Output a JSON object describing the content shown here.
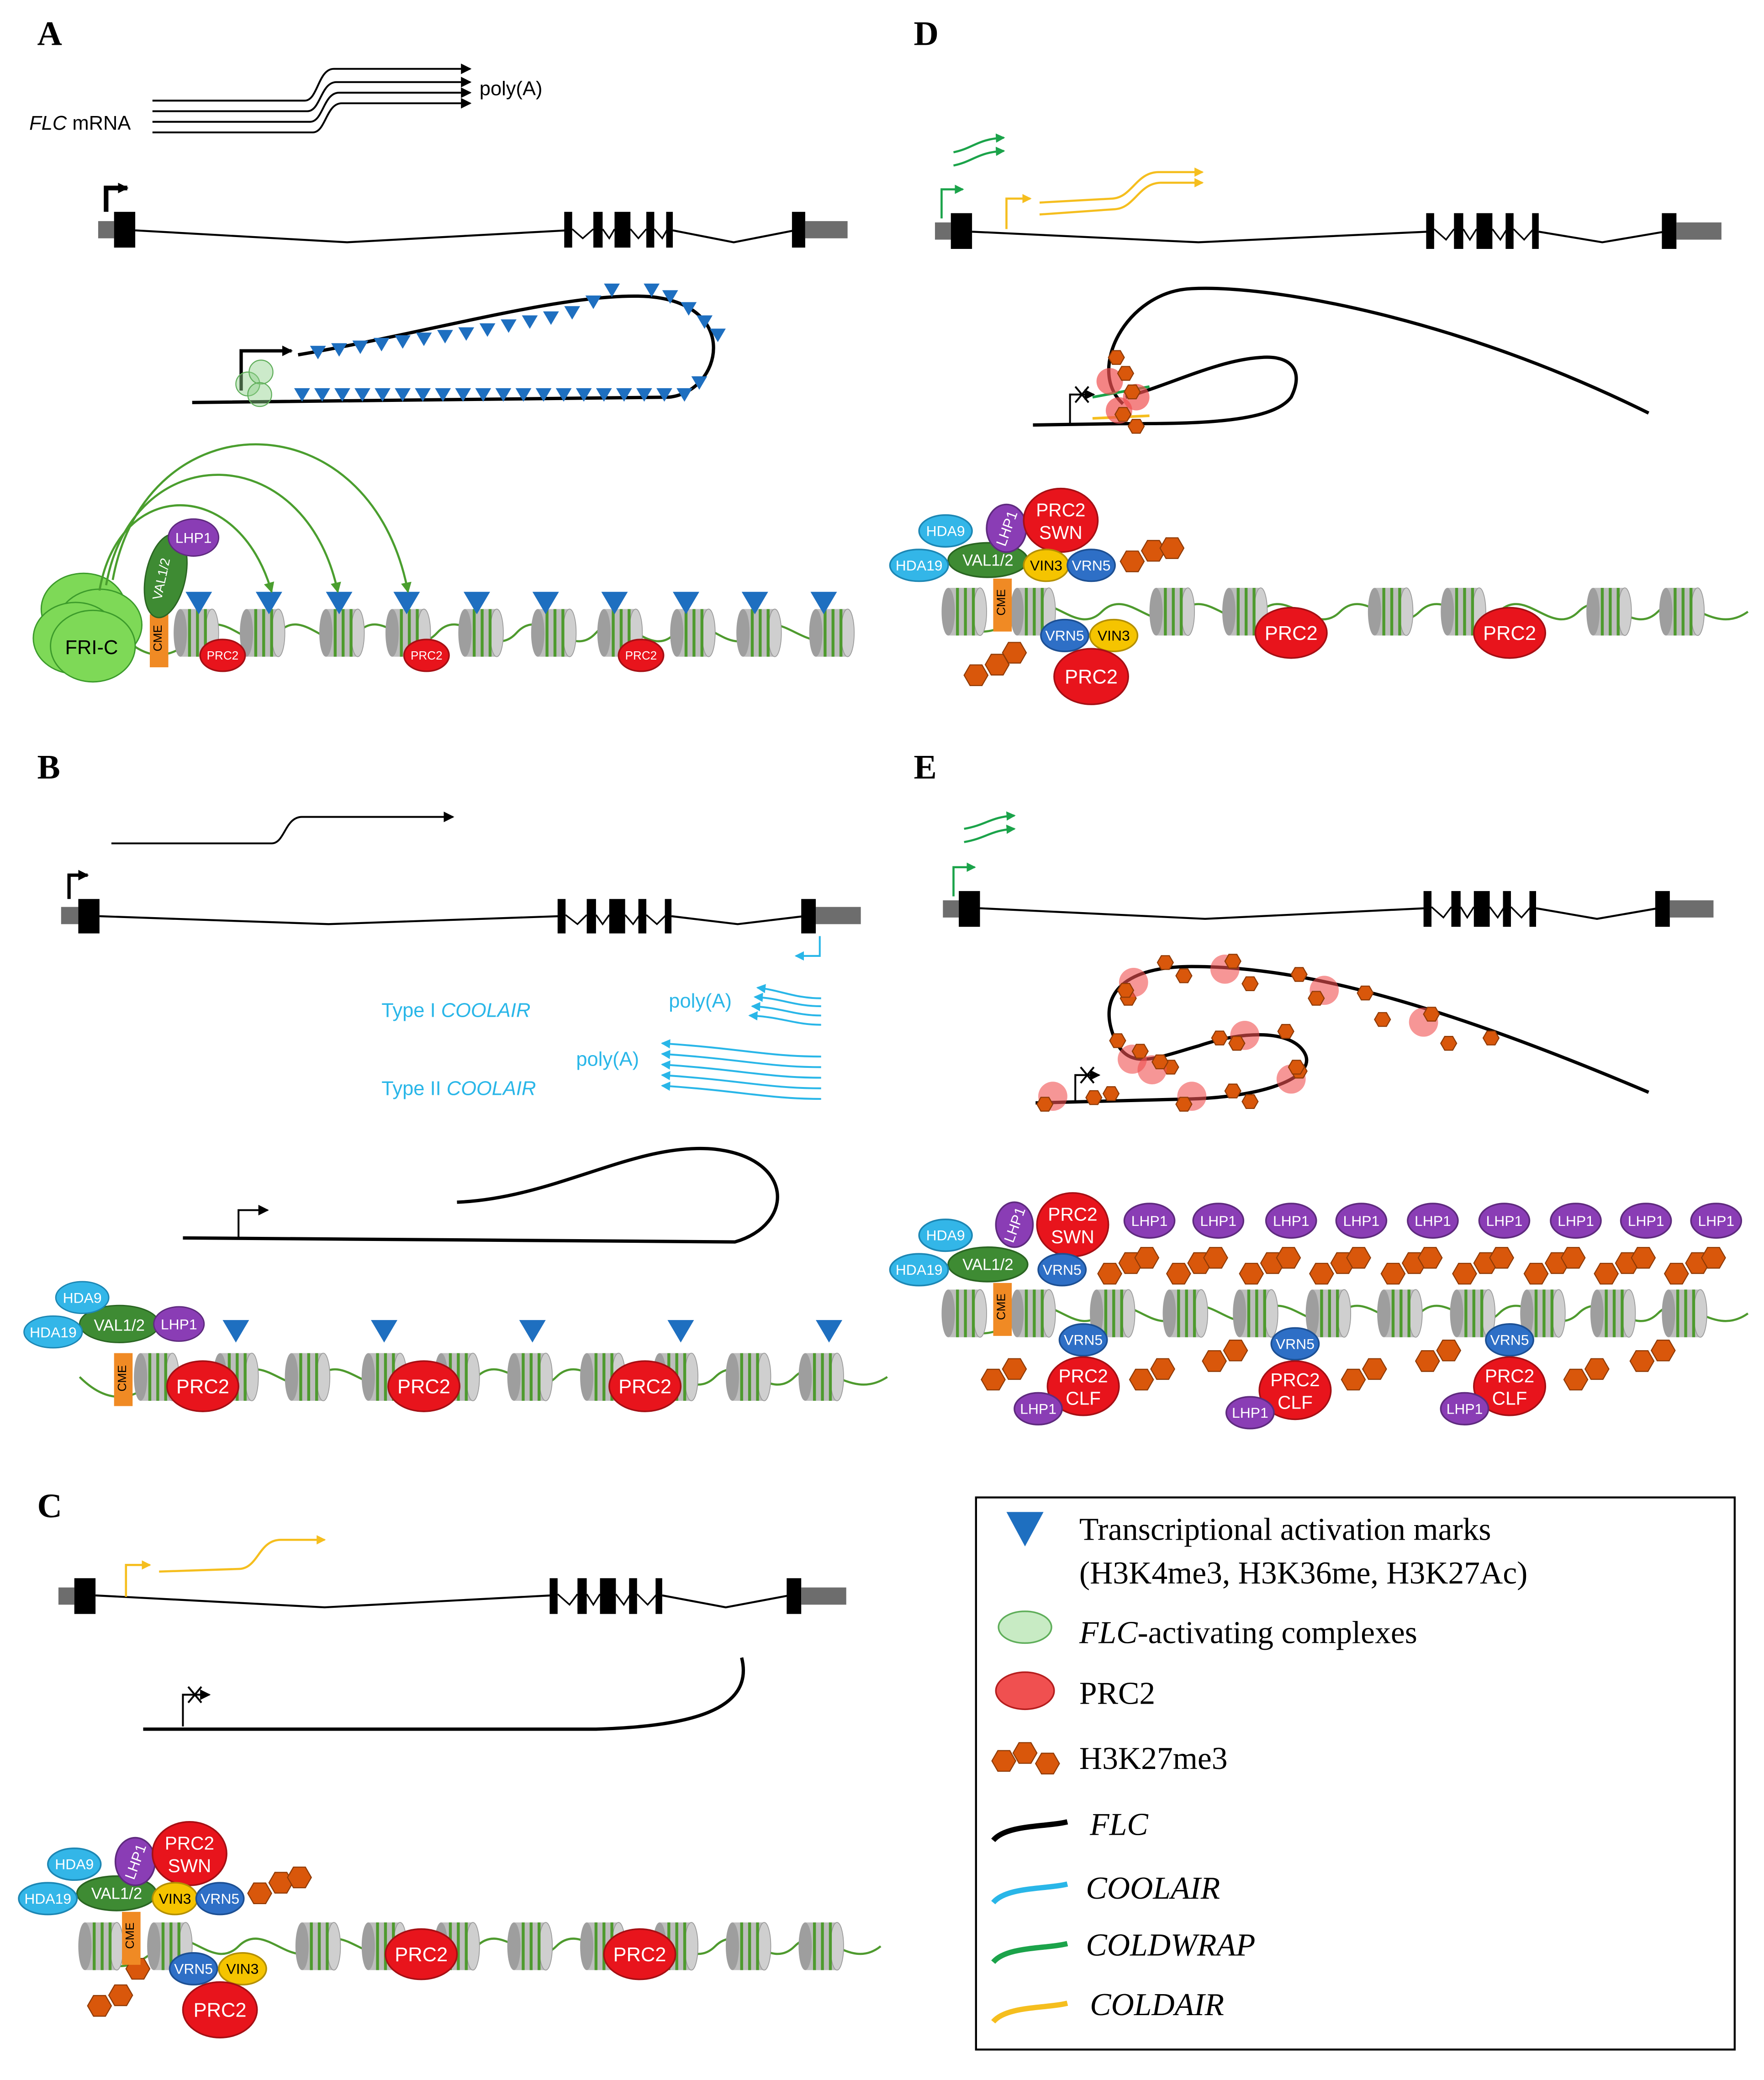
{
  "panels": {
    "A": {
      "letter": "A",
      "mrna_label_italic": "FLC",
      "mrna_label_rest": " mRNA",
      "polya": "poly(A)",
      "fric": "FRI-C",
      "lhp1": "LHP1",
      "val": "VAL1/2",
      "cme": "CME",
      "prc2": "PRC2"
    },
    "B": {
      "letter": "B",
      "type1_pre": "Type I ",
      "type1_it": "COOLAIR",
      "type2_pre": "Type II ",
      "type2_it": "COOLAIR",
      "polya1": "poly(A)",
      "polya2": "poly(A)",
      "hda9": "HDA9",
      "hda19": "HDA19",
      "val": "VAL1/2",
      "lhp1": "LHP1",
      "cme": "CME",
      "prc2": "PRC2"
    },
    "C": {
      "letter": "C",
      "hda9": "HDA9",
      "hda19": "HDA19",
      "lhp1": "LHP1",
      "val": "VAL1/2",
      "prc2swn_1": "PRC2",
      "prc2swn_2": "SWN",
      "vin3": "VIN3",
      "vrn5": "VRN5",
      "cme": "CME",
      "prc2": "PRC2"
    },
    "D": {
      "letter": "D",
      "hda9": "HDA9",
      "hda19": "HDA19",
      "lhp1": "LHP1",
      "val": "VAL1/2",
      "prc2swn_1": "PRC2",
      "prc2swn_2": "SWN",
      "vin3": "VIN3",
      "vrn5": "VRN5",
      "cme": "CME",
      "prc2": "PRC2"
    },
    "E": {
      "letter": "E",
      "hda9": "HDA9",
      "hda19": "HDA19",
      "lhp1": "LHP1",
      "val": "VAL1/2",
      "prc2swn_1": "PRC2",
      "prc2swn_2": "SWN",
      "vrn5": "VRN5",
      "cme": "CME",
      "prc2clf_1": "PRC2",
      "prc2clf_2": "CLF"
    }
  },
  "legend": {
    "activation_1": "Transcriptional activation marks",
    "activation_2": "(H3K4me3, H3K36me, H3K27Ac)",
    "complexes_it": "FLC",
    "complexes_rest": "-activating complexes",
    "prc2": "PRC2",
    "h3k27": "H3K27me3",
    "flc": "FLC",
    "coolair": "COOLAIR",
    "coldwrap": "COLDWRAP",
    "coldair": "COLDAIR"
  },
  "colors": {
    "flc": "#000000",
    "coolair": "#29B6E8",
    "coldwrap": "#1BA34A",
    "coldair": "#F5BE1E",
    "activation_mark": "#1E6FC0",
    "prc2": "#E8141C",
    "h3k27me3": "#D9570B",
    "lhp1": "#8A3DB5",
    "hda": "#33B6E8",
    "val": "#3E8B33",
    "cme": "#F08A24",
    "vin3": "#F5C400",
    "vrn5": "#2E6FC6",
    "fric": "#7ED957"
  }
}
